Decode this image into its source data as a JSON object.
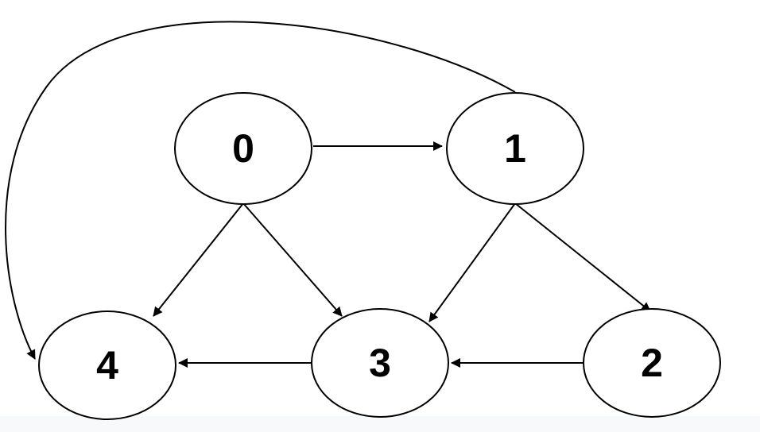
{
  "diagram": {
    "type": "directed-graph",
    "nodes": [
      {
        "id": "0",
        "label": "0"
      },
      {
        "id": "1",
        "label": "1"
      },
      {
        "id": "2",
        "label": "2"
      },
      {
        "id": "3",
        "label": "3"
      },
      {
        "id": "4",
        "label": "4"
      }
    ],
    "edges": [
      {
        "from": "0",
        "to": "1"
      },
      {
        "from": "0",
        "to": "4"
      },
      {
        "from": "0",
        "to": "3"
      },
      {
        "from": "1",
        "to": "3"
      },
      {
        "from": "1",
        "to": "2"
      },
      {
        "from": "1",
        "to": "4"
      },
      {
        "from": "2",
        "to": "3"
      },
      {
        "from": "3",
        "to": "4"
      }
    ],
    "colors": {
      "stroke": "#000000",
      "node_fill": "#ffffff",
      "background": "#ffffff"
    }
  }
}
